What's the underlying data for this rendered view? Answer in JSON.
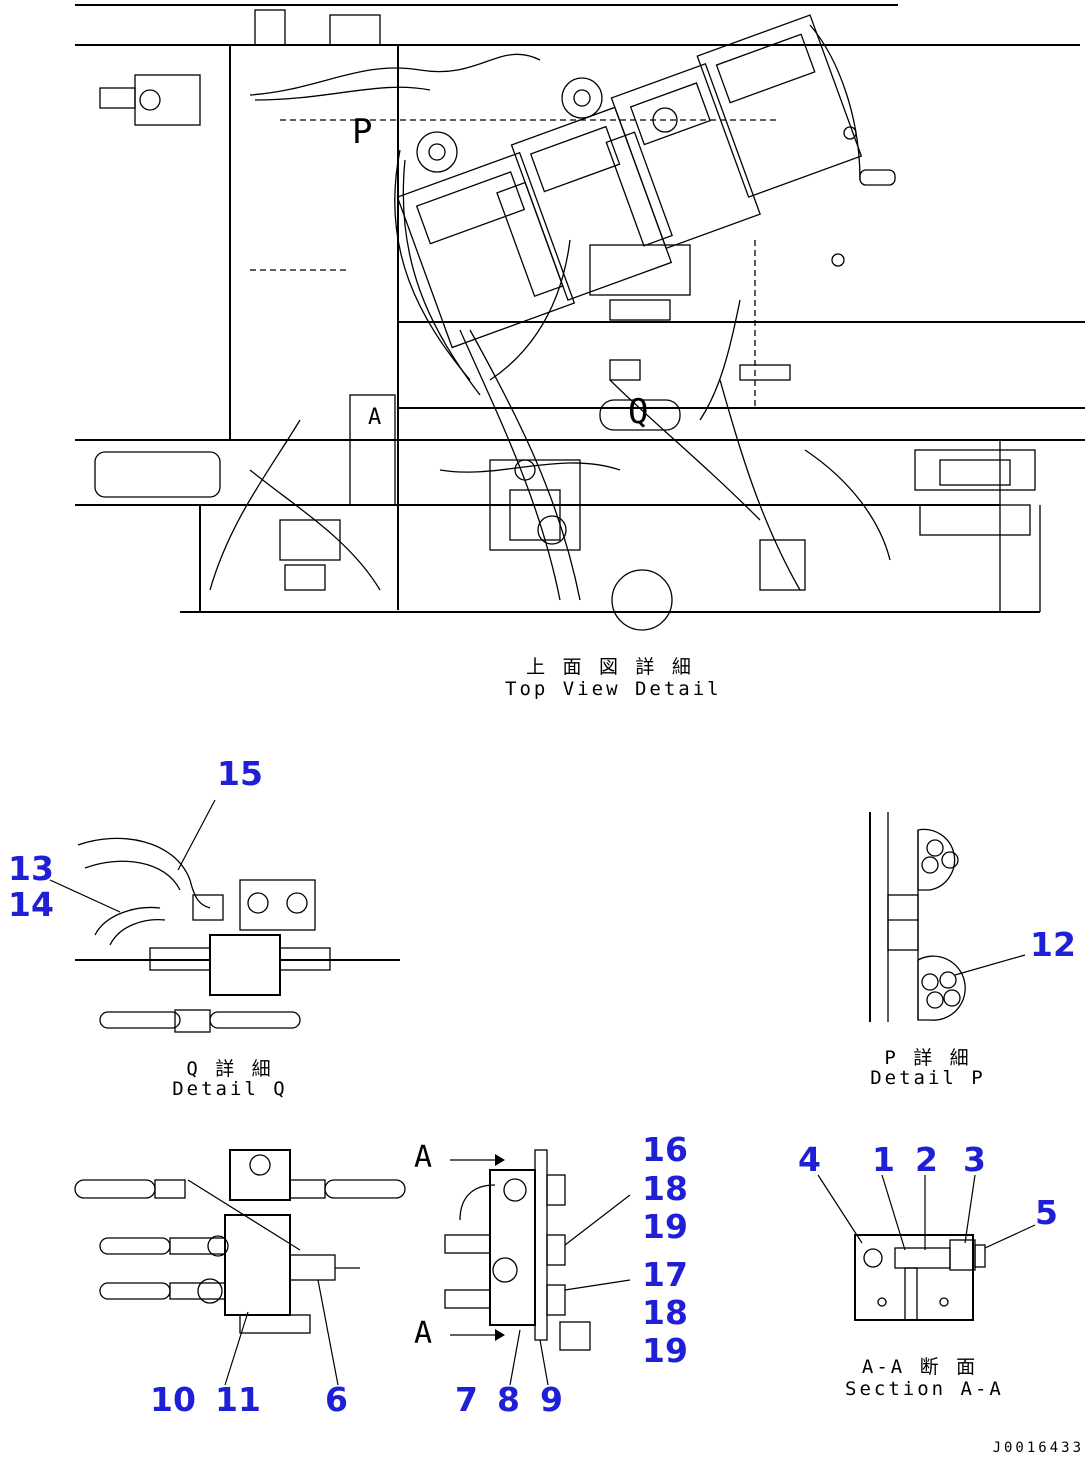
{
  "top_view": {
    "caption_ja": "上 面 図 詳 細",
    "caption_en": "Top View Detail",
    "markers": [
      "P",
      "Q",
      "A"
    ]
  },
  "detail_q": {
    "caption_ja": "Q 詳 細",
    "caption_en": "Detail Q",
    "callouts": [
      "15",
      "13",
      "14"
    ]
  },
  "detail_p": {
    "caption_ja": "P 詳 細",
    "caption_en": "Detail P",
    "callouts": [
      "12"
    ]
  },
  "block_left": {
    "callouts": [
      "10",
      "11",
      "6"
    ]
  },
  "block_mid": {
    "section_marks": [
      "A",
      "A"
    ],
    "callouts": [
      "16",
      "18",
      "19",
      "17",
      "18",
      "19",
      "7",
      "8",
      "9"
    ]
  },
  "section_aa": {
    "caption_ja": "A-A 断 面",
    "caption_en": "Section A-A",
    "callouts": [
      "4",
      "1",
      "2",
      "3",
      "5"
    ]
  },
  "drawing_number": "J0016433",
  "colors": {
    "callout": "#1f1fd6",
    "line": "#000000"
  }
}
